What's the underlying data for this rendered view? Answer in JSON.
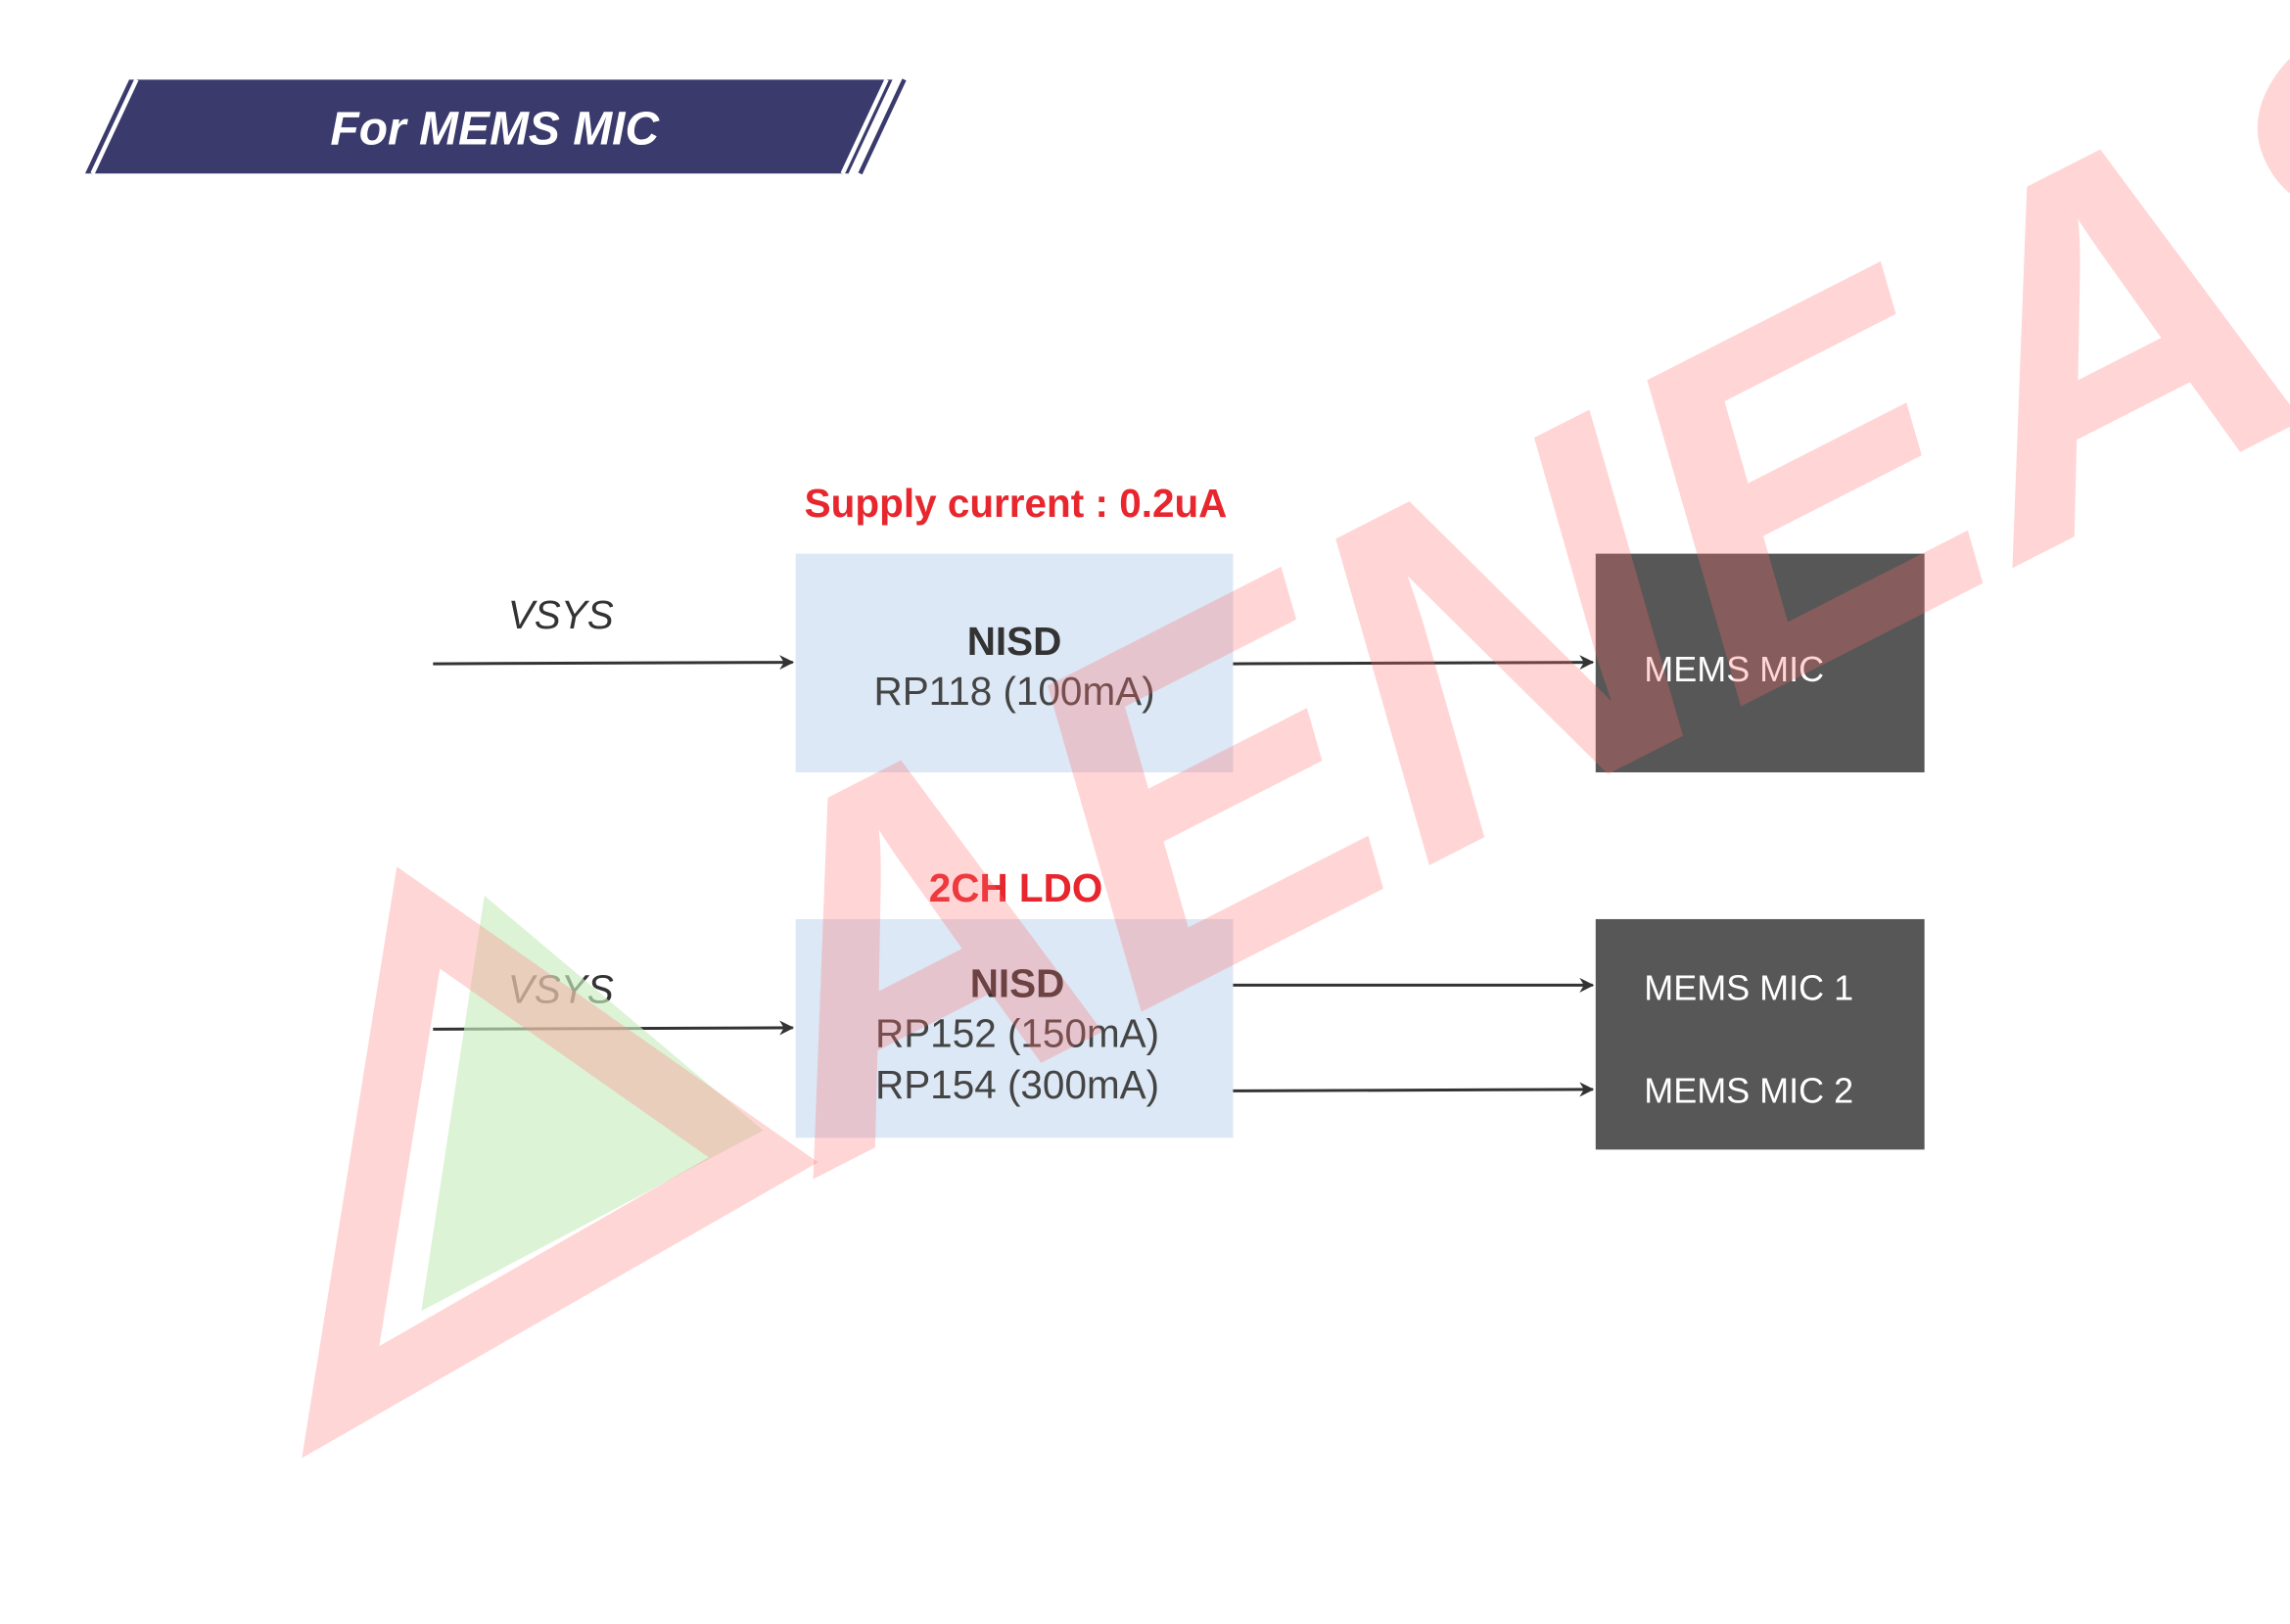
{
  "header": {
    "title": "For MEMS MIC"
  },
  "watermark": {
    "text": "AENEAS"
  },
  "colors": {
    "banner": "#3a3a6c",
    "ldo_box": "#dce8f5",
    "mic_box": "#575757",
    "accent_red": "#e8262e"
  },
  "diagram": {
    "top": {
      "note": "Supply current : 0.2uA",
      "input_label": "VSYS",
      "ldo_name": "NISD",
      "ldo_parts": [
        "RP118 (100mA)"
      ],
      "outputs": [
        "MEMS MIC"
      ]
    },
    "bottom": {
      "note": "2CH LDO",
      "input_label": "VSYS",
      "ldo_name": "NISD",
      "ldo_parts": [
        "RP152 (150mA)",
        "RP154 (300mA)"
      ],
      "outputs": [
        "MEMS MIC 1",
        "MEMS MIC 2"
      ]
    }
  }
}
